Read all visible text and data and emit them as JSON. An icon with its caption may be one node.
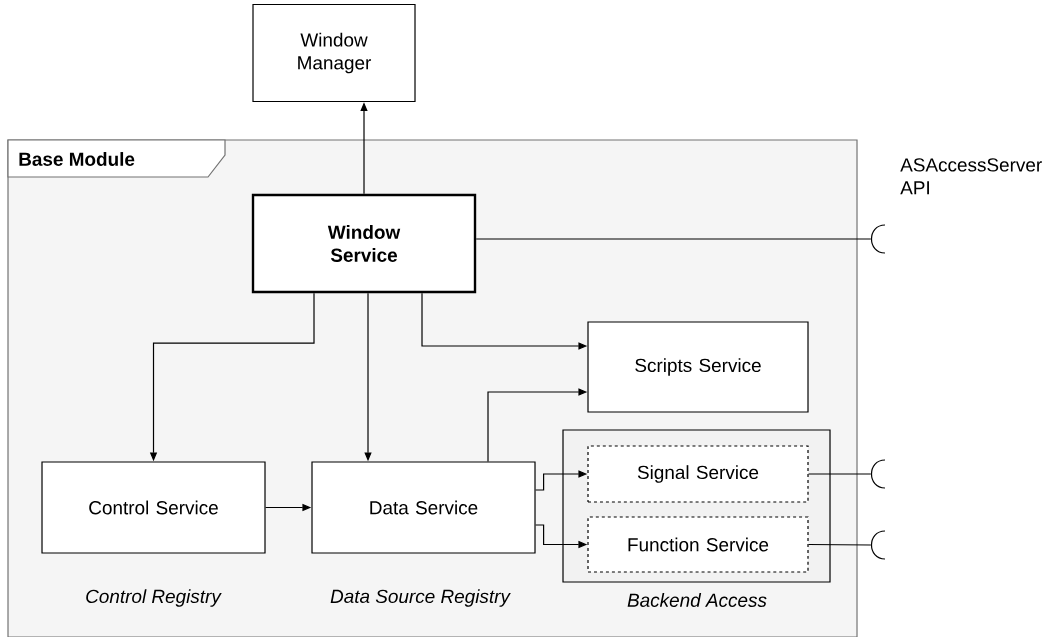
{
  "diagram": {
    "nodes": [
      {
        "text": [
          "Window Manager"
        ]
      },
      {
        "text": [
          "Base Module"
        ]
      },
      {
        "text": [
          "Window Service"
        ],
        "in": 1
      },
      {
        "text": [
          "Scripts Service"
        ],
        "in": 1
      },
      {
        "text": [
          "Control Service"
        ],
        "in": 1,
        "beside": [
          "Control Registry"
        ]
      },
      {
        "text": [
          "Data Service"
        ],
        "in": 1,
        "beside": [
          "Data Source Registry"
        ]
      },
      {
        "text": [],
        "shape": "box",
        "in": 1,
        "beside": [
          "Backend Access"
        ]
      },
      {
        "text": [
          "Signal Service"
        ],
        "in": 6
      },
      {
        "text": [
          "Function Service"
        ],
        "in": 6
      },
      {
        "text": [],
        "shape": "socket",
        "beside": [
          "ASAccessServer API"
        ]
      },
      {
        "text": [],
        "shape": "socket"
      },
      {
        "text": [],
        "shape": "socket"
      }
    ],
    "edges": [
      {
        "from": 2,
        "to": 0,
        "arrow": "to"
      },
      {
        "from": 2,
        "to": 9,
        "arrow": "none"
      },
      {
        "from": 2,
        "to": 3,
        "arrow": "to"
      },
      {
        "from": 2,
        "to": 4,
        "arrow": "to"
      },
      {
        "from": 2,
        "to": 5,
        "arrow": "to"
      },
      {
        "from": 4,
        "to": 5,
        "arrow": "to"
      },
      {
        "from": 5,
        "to": 3,
        "arrow": "to"
      },
      {
        "from": 5,
        "to": 7,
        "arrow": "to"
      },
      {
        "from": 5,
        "to": 8,
        "arrow": "to"
      },
      {
        "from": 7,
        "to": 10,
        "arrow": "none"
      },
      {
        "from": 8,
        "to": 11,
        "arrow": "none"
      }
    ]
  }
}
